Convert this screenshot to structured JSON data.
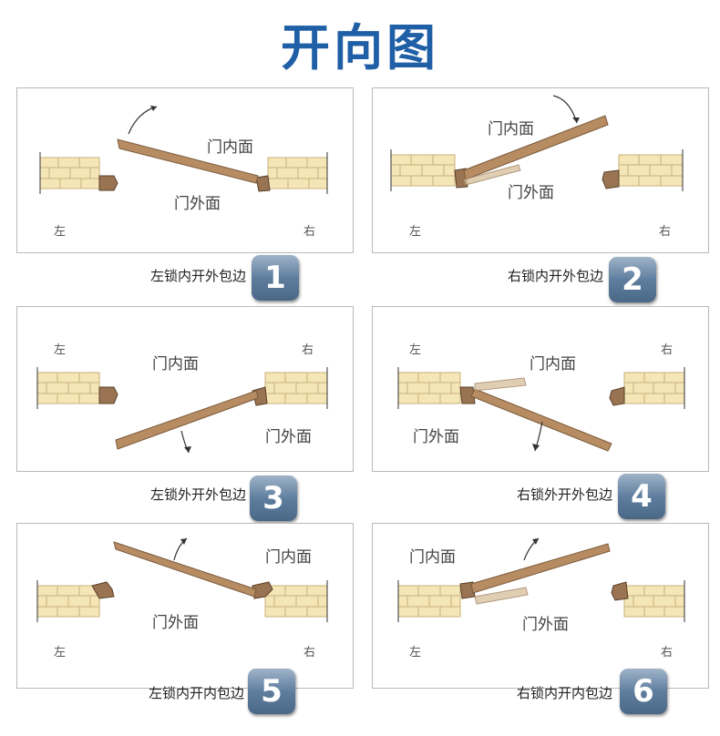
{
  "title": "开向图",
  "panels": [
    {
      "num": "1",
      "caption": "左锁内开外包边",
      "inner": "门内面",
      "outer": "门外面",
      "left": "左",
      "right": "右"
    },
    {
      "num": "2",
      "caption": "右锁内开外包边",
      "inner": "门内面",
      "outer": "门外面",
      "left": "左",
      "right": "右"
    },
    {
      "num": "3",
      "caption": "左锁外开外包边",
      "inner": "门内面",
      "outer": "门外面",
      "left": "左",
      "right": "右"
    },
    {
      "num": "4",
      "caption": "右锁外开外包边",
      "inner": "门内面",
      "outer": "门外面",
      "left": "左",
      "right": "右"
    },
    {
      "num": "5",
      "caption": "左锁内开内包边",
      "inner": "门内面",
      "outer": "门外面",
      "left": "左",
      "right": "右"
    },
    {
      "num": "6",
      "caption": "右锁内开内包边",
      "inner": "门内面",
      "outer": "门外面",
      "left": "左",
      "right": "右"
    }
  ],
  "colors": {
    "title": "#1f5fa6",
    "brick": "#f5e6b8",
    "mortar": "#c9b07a",
    "door": "#b78c62",
    "badge": "#5f7e9f"
  }
}
